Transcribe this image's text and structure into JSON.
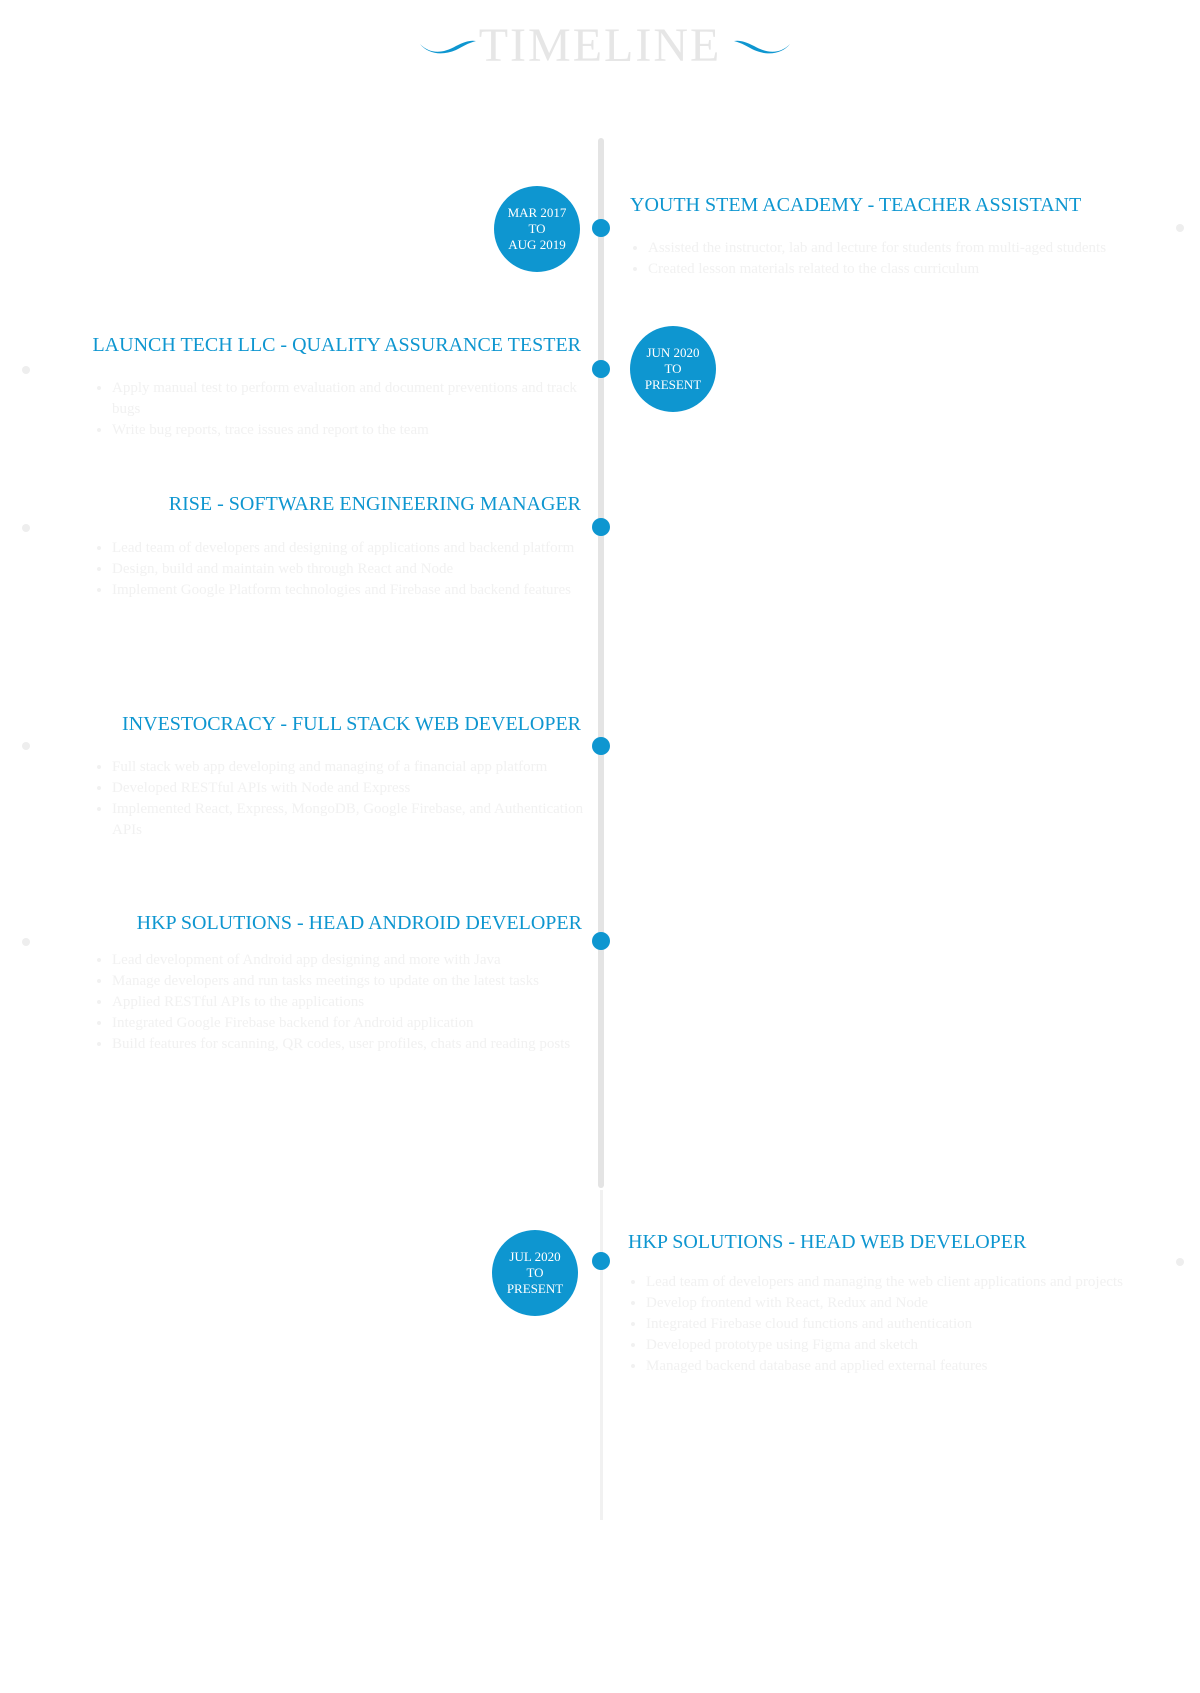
{
  "title": "TIMELINE",
  "colors": {
    "accent": "#0e96d0",
    "line": "#e4e4e4",
    "title": "#e6e6e6"
  },
  "date_circles": [
    {
      "line1": "MAR 2017",
      "line2": "TO",
      "line3": "AUG 2019"
    },
    {
      "line1": "JUN 2020",
      "line2": "TO",
      "line3": "PRESENT"
    },
    {
      "line1": "JUL 2020",
      "line2": "TO",
      "line3": "PRESENT"
    }
  ],
  "entries": [
    {
      "heading": "YOUTH STEM ACADEMY - TEACHER ASSISTANT",
      "bullets": [
        "Assisted the instructor, lab and lecture for students from multi-aged students",
        "Created lesson materials related to the class curriculum"
      ]
    },
    {
      "heading": "LAUNCH TECH LLC - QUALITY ASSURANCE TESTER",
      "bullets": [
        "Apply manual test to perform evaluation and document preventions and track bugs",
        "Write bug reports, trace issues and report to the team"
      ]
    },
    {
      "heading": "RISE - SOFTWARE ENGINEERING MANAGER",
      "bullets": [
        "Lead team of developers and designing of applications and backend platform",
        "Design, build and maintain web through React and Node",
        "Implement Google Platform technologies and Firebase and backend features"
      ]
    },
    {
      "heading": "INVESTOCRACY - FULL STACK WEB DEVELOPER",
      "bullets": [
        "Full stack web app developing and managing of a financial app platform",
        "Developed RESTful APIs with Node and Express",
        "Implemented React, Express, MongoDB, Google Firebase, and Authentication APIs"
      ]
    },
    {
      "heading": "HKP SOLUTIONS - HEAD ANDROID DEVELOPER",
      "bullets": [
        "Lead development of Android app designing and more with Java",
        "Manage developers and run tasks meetings to update on the latest tasks",
        "Applied RESTful APIs to the applications",
        "Integrated Google Firebase backend for Android application",
        "Build features for scanning, QR codes, user profiles, chats and reading posts"
      ]
    },
    {
      "heading": "HKP SOLUTIONS - HEAD WEB DEVELOPER",
      "bullets": [
        "Lead team of developers and managing the web client applications and projects",
        "Develop frontend with React, Redux and Node",
        "Integrated Firebase cloud functions and authentication",
        "Developed prototype using Figma and sketch",
        "Managed backend database and applied external features"
      ]
    }
  ]
}
